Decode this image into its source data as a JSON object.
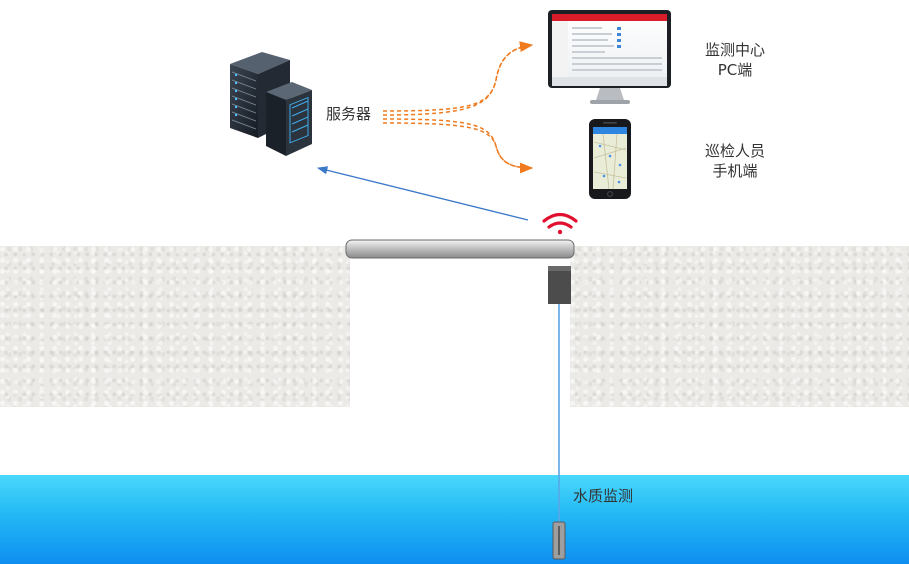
{
  "labels": {
    "server": "服务器",
    "pc_line1": "监测中心",
    "pc_line2": "PC端",
    "mobile_line1": "巡检人员",
    "mobile_line2": "手机端",
    "water_quality": "水质监测"
  },
  "icons": {
    "server": "server-rack-icon",
    "monitor": "desktop-monitor-icon",
    "phone": "smartphone-map-icon",
    "wireless": "wifi-signal-icon"
  },
  "colors": {
    "signal": "#e0102e",
    "uplink_arrow": "#3a78c8",
    "data_flow": "#f07a1e",
    "water_top": "#4ad8fb",
    "water_bottom": "#0e8ff0",
    "probe_cable": "#5aa7e6"
  }
}
